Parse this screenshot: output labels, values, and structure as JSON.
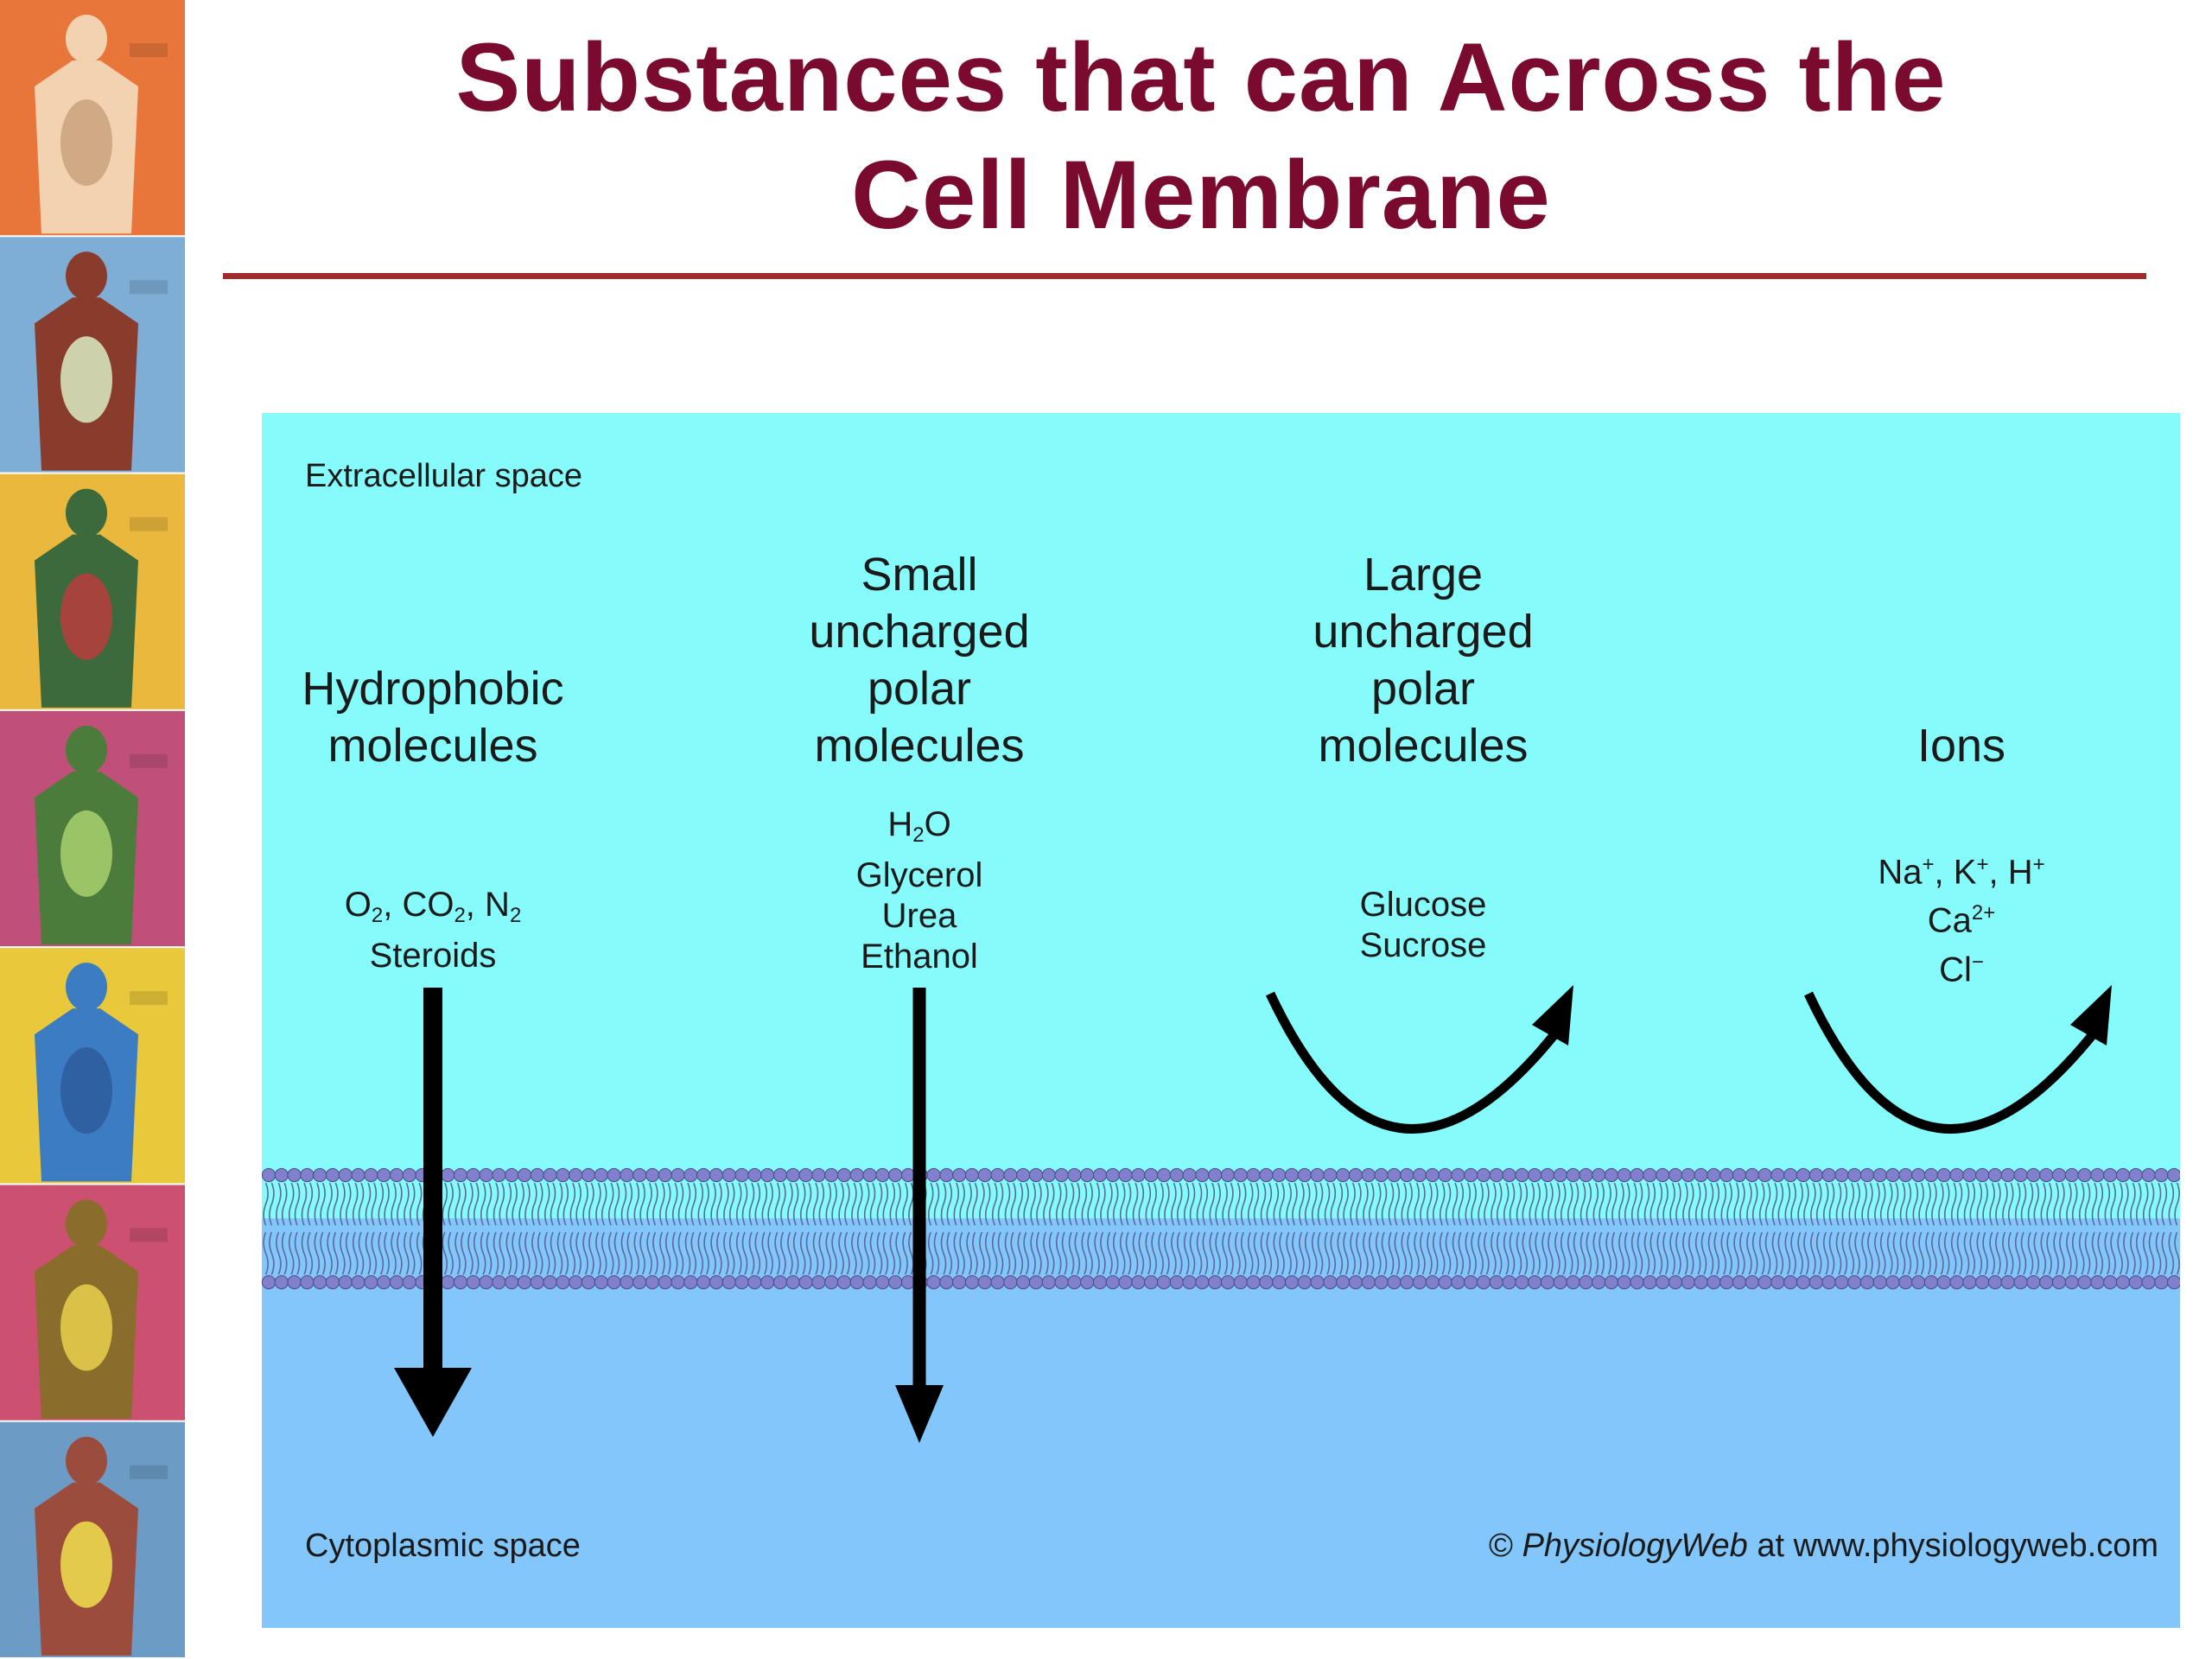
{
  "title": {
    "line1": "Substances that can Across the",
    "line2": "Cell Membrane"
  },
  "figure": {
    "extracellular_label": "Extracellular space",
    "cytoplasmic_label": "Cytoplasmic space",
    "credit_symbol": "©",
    "credit_brand": "PhysiologyWeb",
    "credit_rest": "at www.physiologyweb.com",
    "colors": {
      "extracellular": "#86fbfb",
      "cytoplasmic": "#82c6fb",
      "lipid_head": "#8080cc",
      "lipid_tail": "#5a6a9a",
      "title": "#7a0a2e",
      "rule": "#a12a2a"
    },
    "columns": [
      {
        "id": "hydrophobic",
        "heading": [
          "Hydrophobic",
          "molecules"
        ],
        "examples": {
          "o2_o": "O",
          "o2_sub": "2",
          "co2_co": "CO",
          "co2_sub": "2",
          "n2_n": "N",
          "n2_sub": "2",
          "steroids": "Steroids",
          "comma": ","
        },
        "crosses_membrane": true
      },
      {
        "id": "small-polar",
        "heading": [
          "Small",
          "uncharged",
          "polar",
          "molecules"
        ],
        "examples": {
          "h2o_h": "H",
          "h2o_sub": "2",
          "h2o_o": "O",
          "glycerol": "Glycerol",
          "urea": "Urea",
          "ethanol": "Ethanol"
        },
        "crosses_membrane": true
      },
      {
        "id": "large-polar",
        "heading": [
          "Large",
          "uncharged",
          "polar",
          "molecules"
        ],
        "examples": {
          "glucose": "Glucose",
          "sucrose": "Sucrose"
        },
        "crosses_membrane": false
      },
      {
        "id": "ions",
        "heading": [
          "Ions"
        ],
        "examples": {
          "na": "Na",
          "k": "K",
          "h": "H",
          "plus": "+",
          "ca": "Ca",
          "ca_charge": "2+",
          "cl": "Cl",
          "minus": "−",
          "comma": ","
        },
        "crosses_membrane": false
      }
    ]
  },
  "sidebar": {
    "panels": [
      {
        "system": "digestive",
        "bg": "#e8763a",
        "figure": "#f3d2b2",
        "organ": "#c9a27c"
      },
      {
        "system": "respiratory",
        "bg": "#7eaed6",
        "figure": "#8a3c2c",
        "organ": "#d8ecc4"
      },
      {
        "system": "circulatory",
        "bg": "#eab83c",
        "figure": "#3c6a3c",
        "organ": "#b83c3c"
      },
      {
        "system": "skeletal",
        "bg": "#c0507a",
        "figure": "#4c7c3c",
        "organ": "#a8d26e"
      },
      {
        "system": "muscular",
        "bg": "#eac83c",
        "figure": "#3c7cc2",
        "organ": "#2c5c9c"
      },
      {
        "system": "nervous",
        "bg": "#cc5070",
        "figure": "#8a6c2c",
        "organ": "#e8d04c"
      },
      {
        "system": "endocrine",
        "bg": "#6c9cc6",
        "figure": "#9c4c3c",
        "organ": "#f0e04c"
      }
    ]
  }
}
